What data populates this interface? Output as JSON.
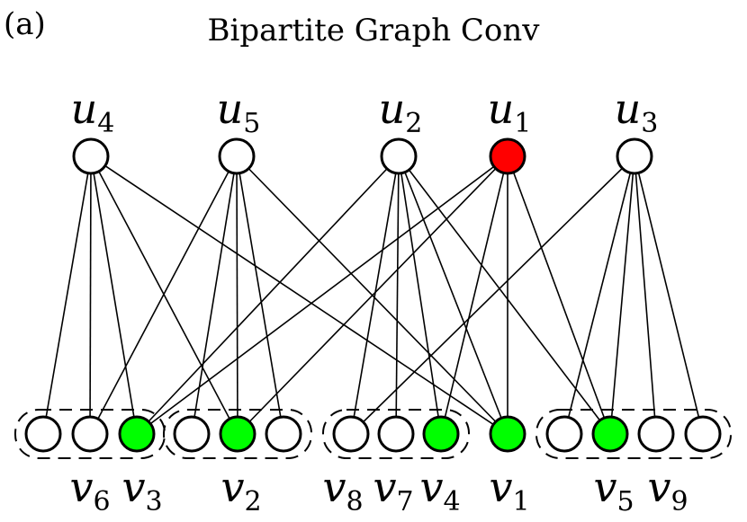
{
  "panel_label": "(a)",
  "title": "Bipartite Graph Conv",
  "colors": {
    "edge": "#000000",
    "node_fill": "#ffffff",
    "target": "#ff0000",
    "neighbor": "#00ff00",
    "outline": "#000000"
  },
  "top_nodes": [
    {
      "id": "u4",
      "base": "u",
      "sub": "4",
      "state": "normal"
    },
    {
      "id": "u5",
      "base": "u",
      "sub": "5",
      "state": "normal"
    },
    {
      "id": "u2",
      "base": "u",
      "sub": "2",
      "state": "normal"
    },
    {
      "id": "u1",
      "base": "u",
      "sub": "1",
      "state": "target"
    },
    {
      "id": "u3",
      "base": "u",
      "sub": "3",
      "state": "normal"
    }
  ],
  "bottom_nodes": [
    {
      "id": "b1",
      "state": "normal"
    },
    {
      "id": "v6",
      "state": "normal"
    },
    {
      "id": "v3",
      "state": "neighbor"
    },
    {
      "id": "b4",
      "state": "normal"
    },
    {
      "id": "v2",
      "state": "neighbor"
    },
    {
      "id": "b6",
      "state": "normal"
    },
    {
      "id": "v8",
      "state": "normal"
    },
    {
      "id": "v7",
      "state": "normal"
    },
    {
      "id": "v4",
      "state": "neighbor"
    },
    {
      "id": "v1",
      "state": "neighbor"
    },
    {
      "id": "b11",
      "state": "normal"
    },
    {
      "id": "v5",
      "state": "neighbor"
    },
    {
      "id": "v9",
      "state": "normal"
    },
    {
      "id": "b14",
      "state": "normal"
    }
  ],
  "bottom_labels": [
    {
      "base": "v",
      "sub": "6"
    },
    {
      "base": "v",
      "sub": "3"
    },
    {
      "base": "v",
      "sub": "2"
    },
    {
      "base": "v",
      "sub": "8"
    },
    {
      "base": "v",
      "sub": "7"
    },
    {
      "base": "v",
      "sub": "4"
    },
    {
      "base": "v",
      "sub": "1"
    },
    {
      "base": "v",
      "sub": "5"
    },
    {
      "base": "v",
      "sub": "9"
    }
  ],
  "edges": [
    [
      "u4",
      "b1"
    ],
    [
      "u4",
      "v6"
    ],
    [
      "u4",
      "v3"
    ],
    [
      "u4",
      "v2"
    ],
    [
      "u4",
      "v1"
    ],
    [
      "u5",
      "v6"
    ],
    [
      "u5",
      "b4"
    ],
    [
      "u5",
      "v2"
    ],
    [
      "u5",
      "b6"
    ],
    [
      "u5",
      "v1"
    ],
    [
      "u2",
      "v3"
    ],
    [
      "u2",
      "v8"
    ],
    [
      "u2",
      "v7"
    ],
    [
      "u2",
      "v4"
    ],
    [
      "u2",
      "v1"
    ],
    [
      "u2",
      "v5"
    ],
    [
      "u1",
      "v3"
    ],
    [
      "u1",
      "v2"
    ],
    [
      "u1",
      "v4"
    ],
    [
      "u1",
      "v1"
    ],
    [
      "u1",
      "v5"
    ],
    [
      "u3",
      "v8"
    ],
    [
      "u3",
      "b11"
    ],
    [
      "u3",
      "v5"
    ],
    [
      "u3",
      "v9"
    ],
    [
      "u3",
      "b14"
    ]
  ],
  "groups": [
    [
      "b1",
      "v6",
      "v3"
    ],
    [
      "b4",
      "v2",
      "b6"
    ],
    [
      "v8",
      "v7",
      "v4"
    ],
    [
      "b11",
      "v5",
      "v9",
      "b14"
    ]
  ]
}
